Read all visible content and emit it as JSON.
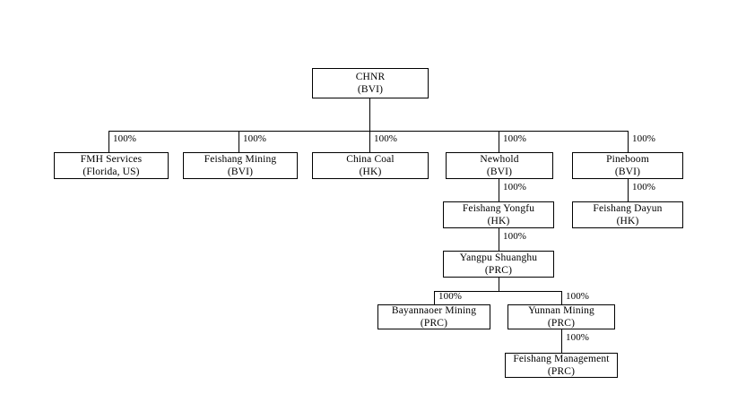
{
  "diagram": {
    "type": "organizational-ownership-chart",
    "background_color": "#ffffff",
    "line_color": "#000000",
    "text_color": "#000000",
    "nodes": [
      {
        "id": "chnr",
        "name": "CHNR",
        "jurisdiction": "(BVI)"
      },
      {
        "id": "fmh-services",
        "name": "FMH Services",
        "jurisdiction": "(Florida,  US)"
      },
      {
        "id": "feishang-mining",
        "name": "Feishang  Mining",
        "jurisdiction": "(BVI)"
      },
      {
        "id": "china-coal",
        "name": "China  Coal",
        "jurisdiction": "(HK)"
      },
      {
        "id": "newhold",
        "name": "Newhold",
        "jurisdiction": "(BVI)"
      },
      {
        "id": "pineboom",
        "name": "Pineboom",
        "jurisdiction": "(BVI)"
      },
      {
        "id": "feishang-yongfu",
        "name": "Feishang  Yongfu",
        "jurisdiction": "(HK)"
      },
      {
        "id": "feishang-dayun",
        "name": "Feishang  Dayun",
        "jurisdiction": "(HK)"
      },
      {
        "id": "yangpu-shuanghu",
        "name": "Yangpu  Shuanghu",
        "jurisdiction": "(PRC)"
      },
      {
        "id": "bayannaoer-mining",
        "name": "Bayannaoer  Mining",
        "jurisdiction": "(PRC)"
      },
      {
        "id": "yunnan-mining",
        "name": "Yunnan  Mining",
        "jurisdiction": "(PRC)"
      },
      {
        "id": "feishang-management",
        "name": "Feishang  Management",
        "jurisdiction": "(PRC)"
      }
    ],
    "edges": [
      {
        "from": "chnr",
        "to": "fmh-services",
        "ownership": "100%"
      },
      {
        "from": "chnr",
        "to": "feishang-mining",
        "ownership": "100%"
      },
      {
        "from": "chnr",
        "to": "china-coal",
        "ownership": "100%"
      },
      {
        "from": "chnr",
        "to": "newhold",
        "ownership": "100%"
      },
      {
        "from": "chnr",
        "to": "pineboom",
        "ownership": "100%"
      },
      {
        "from": "newhold",
        "to": "feishang-yongfu",
        "ownership": "100%"
      },
      {
        "from": "pineboom",
        "to": "feishang-dayun",
        "ownership": "100%"
      },
      {
        "from": "feishang-yongfu",
        "to": "yangpu-shuanghu",
        "ownership": "100%"
      },
      {
        "from": "yangpu-shuanghu",
        "to": "bayannaoer-mining",
        "ownership": "100%"
      },
      {
        "from": "yangpu-shuanghu",
        "to": "yunnan-mining",
        "ownership": "100%"
      },
      {
        "from": "yunnan-mining",
        "to": "feishang-management",
        "ownership": "100%"
      }
    ]
  }
}
